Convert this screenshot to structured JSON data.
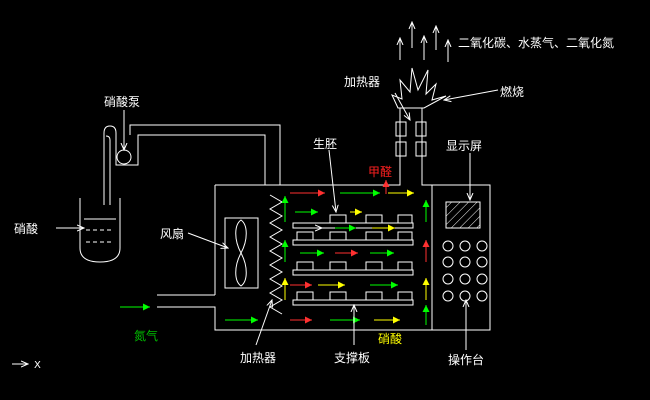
{
  "labels": {
    "nitric_acid_pump": "硝酸泵",
    "nitric_acid_left": "硝酸",
    "fan": "风扇",
    "nitrogen": "氮气",
    "heater_bottom": "加热器",
    "green_body": "生胚",
    "formaldehyde": "甲醛",
    "support_plate": "支撑板",
    "nitric_acid_bottom": "硝酸",
    "heater_top": "加热器",
    "combustion": "燃烧",
    "exhaust_gases": "二氧化碳、水蒸气、二氧化氮",
    "display_screen": "显示屏",
    "operation_panel": "操作台",
    "axis_x": "X"
  },
  "colors": {
    "line": "#ffffff",
    "nitrogen": "#00c000",
    "formaldehyde": "#ff2020",
    "nitric": "#ffff00",
    "arrow_green": "#00ff00",
    "arrow_red": "#ff3030",
    "arrow_yellow": "#ffff00"
  }
}
